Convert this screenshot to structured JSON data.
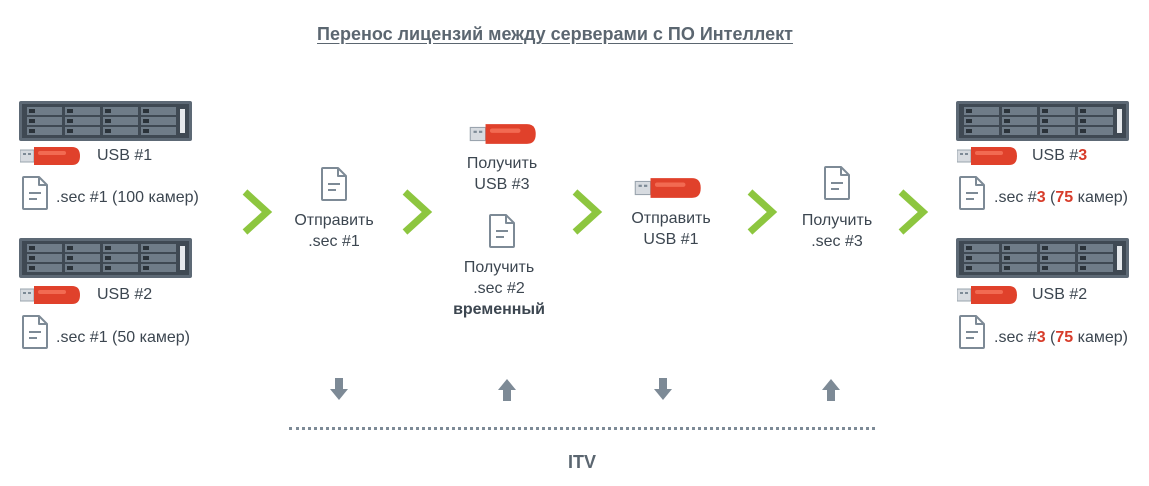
{
  "title": "Перенос лицензий между серверами с ПО Интеллект",
  "left": {
    "server1": {
      "usb": "USB #1",
      "sec": ".sec #1 (100 камер)"
    },
    "server2": {
      "usb": "USB #2",
      "sec": ".sec #1 (50 камер)"
    }
  },
  "steps": {
    "send_sec": [
      "Отправить",
      ".sec #1"
    ],
    "get_usb3": [
      "Получить",
      "USB #3"
    ],
    "get_sec2": [
      "Получить",
      ".sec #2",
      "временный"
    ],
    "send_usb1": [
      "Отправить",
      "USB #1"
    ],
    "get_sec3": [
      "Получить",
      ".sec #3"
    ]
  },
  "right": {
    "server1": {
      "usb_prefix": "USB #",
      "usb_num": "3",
      "sec_prefix": ".sec #",
      "sec_num": "3",
      "sec_mid": " (",
      "sec_count": "75",
      "sec_suffix": " камер)"
    },
    "server2": {
      "usb": "USB #2",
      "sec_prefix": ".sec #",
      "sec_num": "3",
      "sec_mid": " (",
      "sec_count": "75",
      "sec_suffix": " камер)"
    }
  },
  "itv": "ITV",
  "colors": {
    "chevron": "#8dc63f",
    "usb": "#e0412b",
    "accent_text": "#d73c2a",
    "icon": "#7d8a96"
  }
}
